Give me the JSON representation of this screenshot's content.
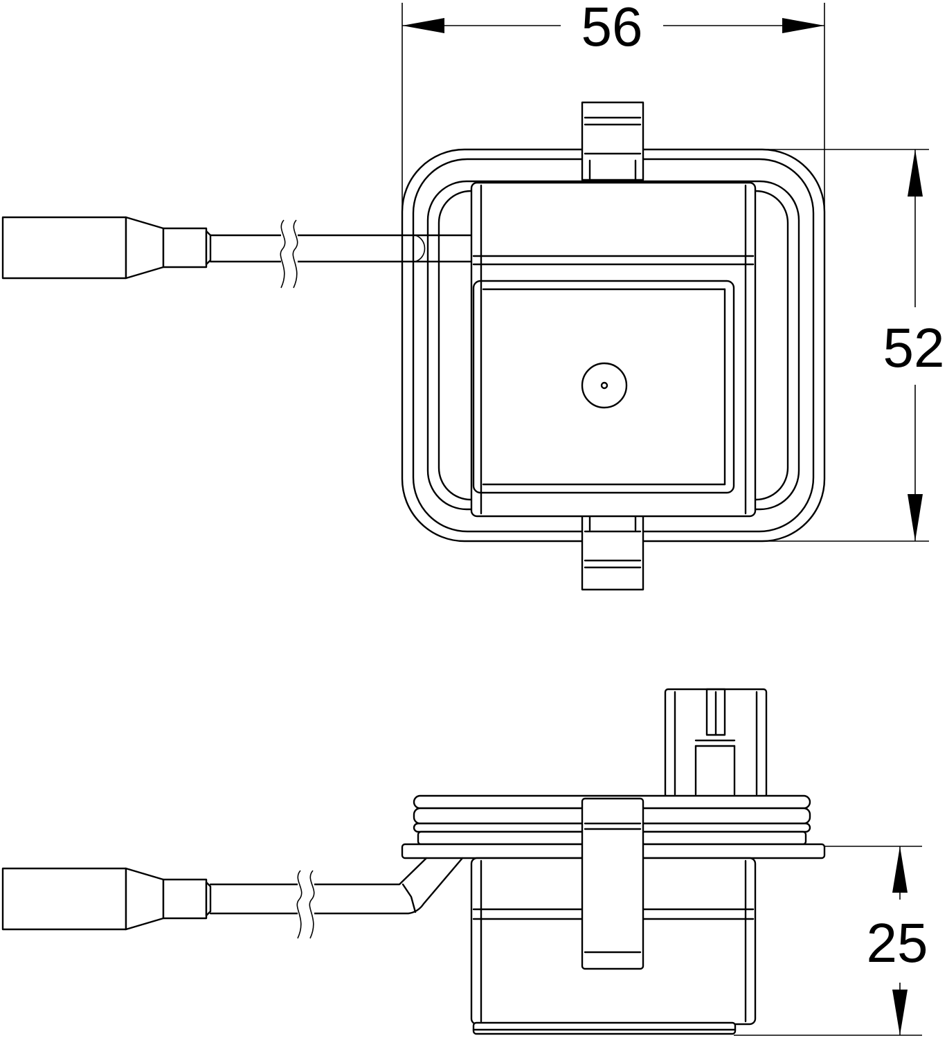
{
  "dimensions": {
    "width": "56",
    "height": "52",
    "depth": "25"
  },
  "colors": {
    "line": "#000000",
    "background": "#ffffff"
  }
}
